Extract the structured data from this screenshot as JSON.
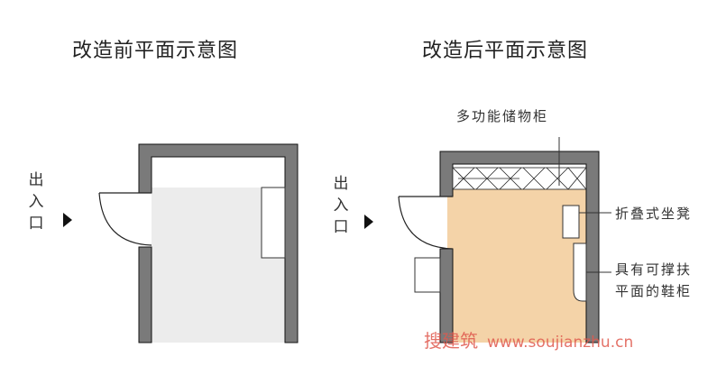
{
  "titles": {
    "before": "改造前平面示意图",
    "after": "改造后平面示意图"
  },
  "entrance": {
    "before": [
      "出",
      "入",
      "口"
    ],
    "after": [
      "出",
      "入",
      "口"
    ]
  },
  "callouts": {
    "cabinet": "多功能储物柜",
    "stool": "折叠式坐凳",
    "shoe_line1": "具有可撑扶",
    "shoe_line2": "平面的鞋柜"
  },
  "watermark": {
    "brand": "搜建筑",
    "url": "www.soujianzhu.cn"
  },
  "colors": {
    "wall": "#7a7a7a",
    "floor_before": "#ececec",
    "floor_after": "#f4d3a8",
    "watermark": "#e05a4e"
  }
}
